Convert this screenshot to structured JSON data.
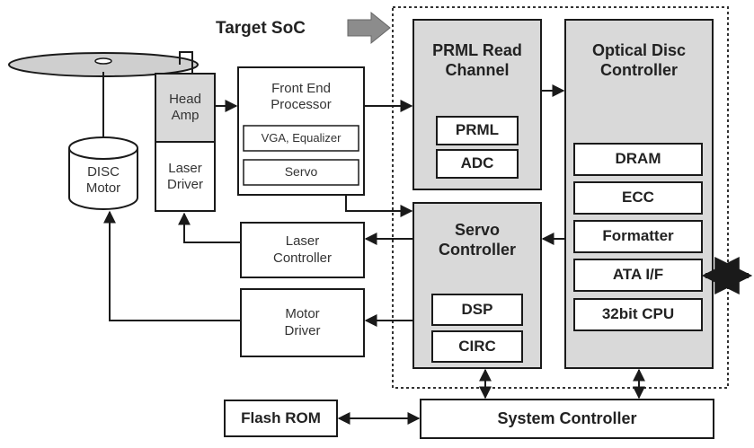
{
  "title_label": "Target SoC",
  "blocks": {
    "head_amp": "Head\nAmp",
    "laser_driver": "Laser\nDriver",
    "disc_motor": "DISC\nMotor",
    "front_end_processor": "Front End\nProcessor",
    "vga_equalizer": "VGA, Equalizer",
    "servo": "Servo",
    "laser_controller": "Laser\nController",
    "motor_driver": "Motor\nDriver",
    "prml_read_channel": "PRML Read\nChannel",
    "prml": "PRML",
    "adc": "ADC",
    "servo_controller": "Servo\nController",
    "dsp": "DSP",
    "circ": "CIRC",
    "optical_disc_controller": "Optical Disc\nController",
    "dram": "DRAM",
    "ecc": "ECC",
    "formatter": "Formatter",
    "ata_if": "ATA I/F",
    "cpu": "32bit CPU",
    "flash_rom": "Flash ROM",
    "system_controller": "System Controller"
  },
  "colors": {
    "block_gray": "#d9d9d9",
    "line": "#1a1a1a",
    "soc_border": "#333333"
  }
}
